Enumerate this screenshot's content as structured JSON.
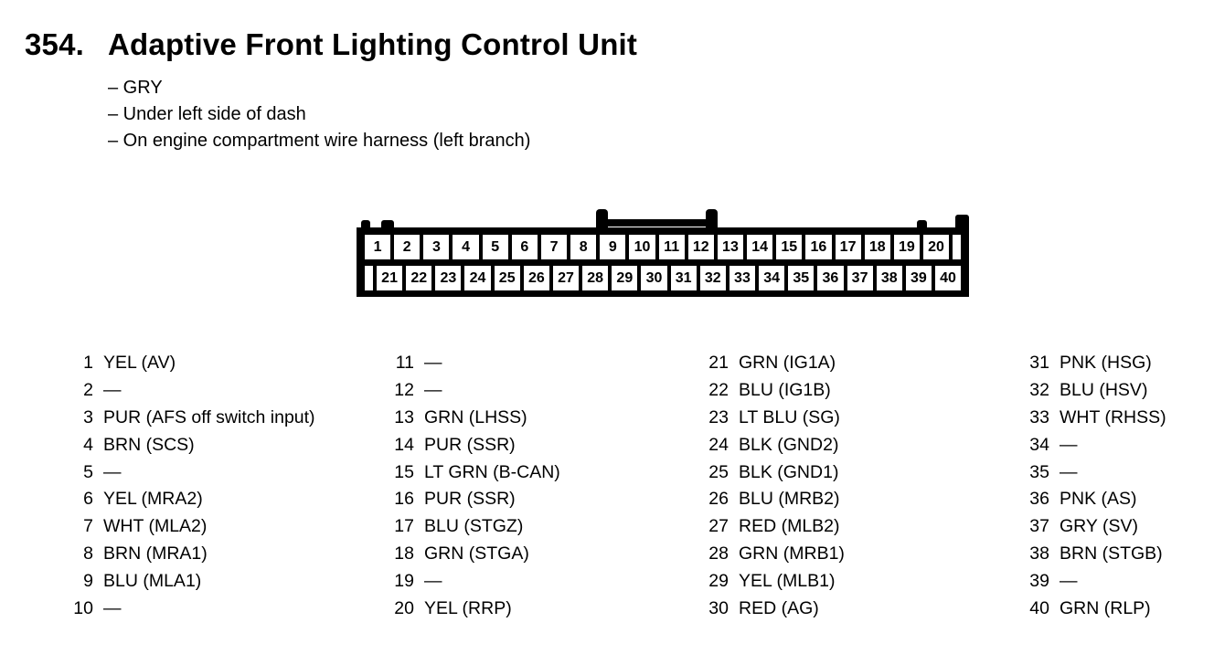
{
  "page": {
    "section_number": "354.",
    "title": "Adaptive Front Lighting Control Unit",
    "notes": [
      "– GRY",
      "– Under left side of dash",
      "– On engine compartment wire harness (left branch)"
    ]
  },
  "colors": {
    "ink": "#000000",
    "paper": "#ffffff"
  },
  "connector": {
    "description": "40-pin connector, two rows",
    "top_row": [
      "1",
      "2",
      "3",
      "4",
      "5",
      "6",
      "7",
      "8",
      "9",
      "10",
      "11",
      "12",
      "13",
      "14",
      "15",
      "16",
      "17",
      "18",
      "19",
      "20"
    ],
    "bottom_row": [
      "21",
      "22",
      "23",
      "24",
      "25",
      "26",
      "27",
      "28",
      "29",
      "30",
      "31",
      "32",
      "33",
      "34",
      "35",
      "36",
      "37",
      "38",
      "39",
      "40"
    ]
  },
  "pinout_columns": [
    [
      {
        "num": "1",
        "label": "YEL (AV)"
      },
      {
        "num": "2",
        "label": "—"
      },
      {
        "num": "3",
        "label": "PUR (AFS off switch input)"
      },
      {
        "num": "4",
        "label": "BRN (SCS)"
      },
      {
        "num": "5",
        "label": "—"
      },
      {
        "num": "6",
        "label": "YEL (MRA2)"
      },
      {
        "num": "7",
        "label": "WHT (MLA2)"
      },
      {
        "num": "8",
        "label": "BRN (MRA1)"
      },
      {
        "num": "9",
        "label": "BLU (MLA1)"
      },
      {
        "num": "10",
        "label": "—"
      }
    ],
    [
      {
        "num": "11",
        "label": "—"
      },
      {
        "num": "12",
        "label": "—"
      },
      {
        "num": "13",
        "label": "GRN (LHSS)"
      },
      {
        "num": "14",
        "label": "PUR (SSR)"
      },
      {
        "num": "15",
        "label": "LT GRN (B-CAN)"
      },
      {
        "num": "16",
        "label": "PUR (SSR)"
      },
      {
        "num": "17",
        "label": "BLU (STGZ)"
      },
      {
        "num": "18",
        "label": "GRN (STGA)"
      },
      {
        "num": "19",
        "label": "—"
      },
      {
        "num": "20",
        "label": "YEL (RRP)"
      }
    ],
    [
      {
        "num": "21",
        "label": "GRN (IG1A)"
      },
      {
        "num": "22",
        "label": "BLU (IG1B)"
      },
      {
        "num": "23",
        "label": "LT BLU (SG)"
      },
      {
        "num": "24",
        "label": "BLK (GND2)"
      },
      {
        "num": "25",
        "label": "BLK (GND1)"
      },
      {
        "num": "26",
        "label": "BLU (MRB2)"
      },
      {
        "num": "27",
        "label": "RED (MLB2)"
      },
      {
        "num": "28",
        "label": "GRN (MRB1)"
      },
      {
        "num": "29",
        "label": "YEL (MLB1)"
      },
      {
        "num": "30",
        "label": "RED (AG)"
      }
    ],
    [
      {
        "num": "31",
        "label": "PNK (HSG)"
      },
      {
        "num": "32",
        "label": "BLU (HSV)"
      },
      {
        "num": "33",
        "label": "WHT (RHSS)"
      },
      {
        "num": "34",
        "label": "—"
      },
      {
        "num": "35",
        "label": "—"
      },
      {
        "num": "36",
        "label": "PNK (AS)"
      },
      {
        "num": "37",
        "label": "GRY (SV)"
      },
      {
        "num": "38",
        "label": "BRN (STGB)"
      },
      {
        "num": "39",
        "label": "—"
      },
      {
        "num": "40",
        "label": "GRN (RLP)"
      }
    ]
  ]
}
